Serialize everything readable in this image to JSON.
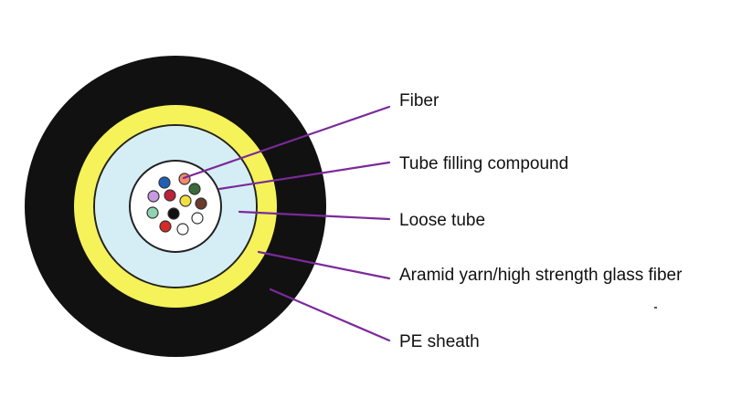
{
  "colors": {
    "background": "#ffffff",
    "sheath": "#111111",
    "aramid": "#f5f25a",
    "tube_filling": "#d5eef6",
    "loose_tube_inner": "#ffffff",
    "leader_line": "#7a2a9a",
    "label_text": "#111111"
  },
  "labels": {
    "fiber": "Fiber",
    "tube_filling": "Tube filling compound",
    "loose_tube": "Loose tube",
    "aramid": "Aramid yarn/high strength glass fiber",
    "pe_sheath": "PE sheath"
  },
  "fiber_colors": [
    "#1f5fb8",
    "#f28a6a",
    "#3a6a3a",
    "#c79ae0",
    "#c0203a",
    "#f3e040",
    "#6a3a2a",
    "#8fd3b0",
    "#111111",
    "#d52a2a",
    "#ffffff",
    "#ffffff"
  ]
}
